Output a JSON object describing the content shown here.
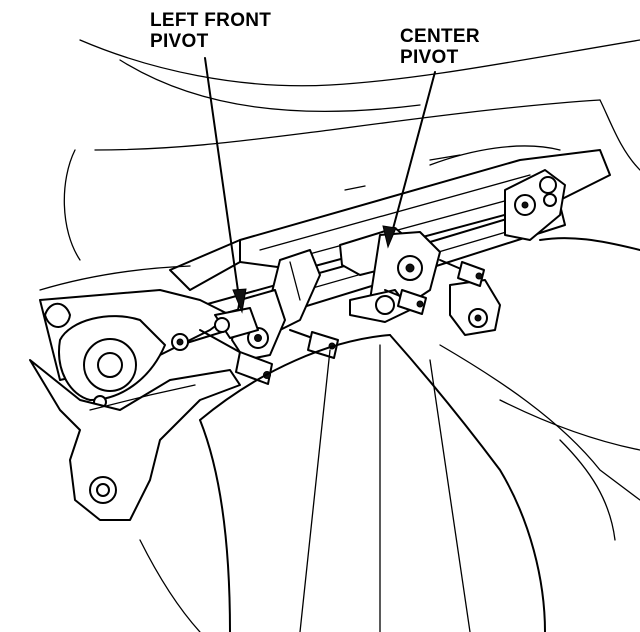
{
  "callouts": {
    "left_front_pivot": [
      "LEFT FRONT",
      "PIVOT"
    ],
    "center_pivot": [
      "CENTER",
      "PIVOT"
    ]
  },
  "colors": {
    "line": "#000000",
    "background": "#ffffff"
  }
}
